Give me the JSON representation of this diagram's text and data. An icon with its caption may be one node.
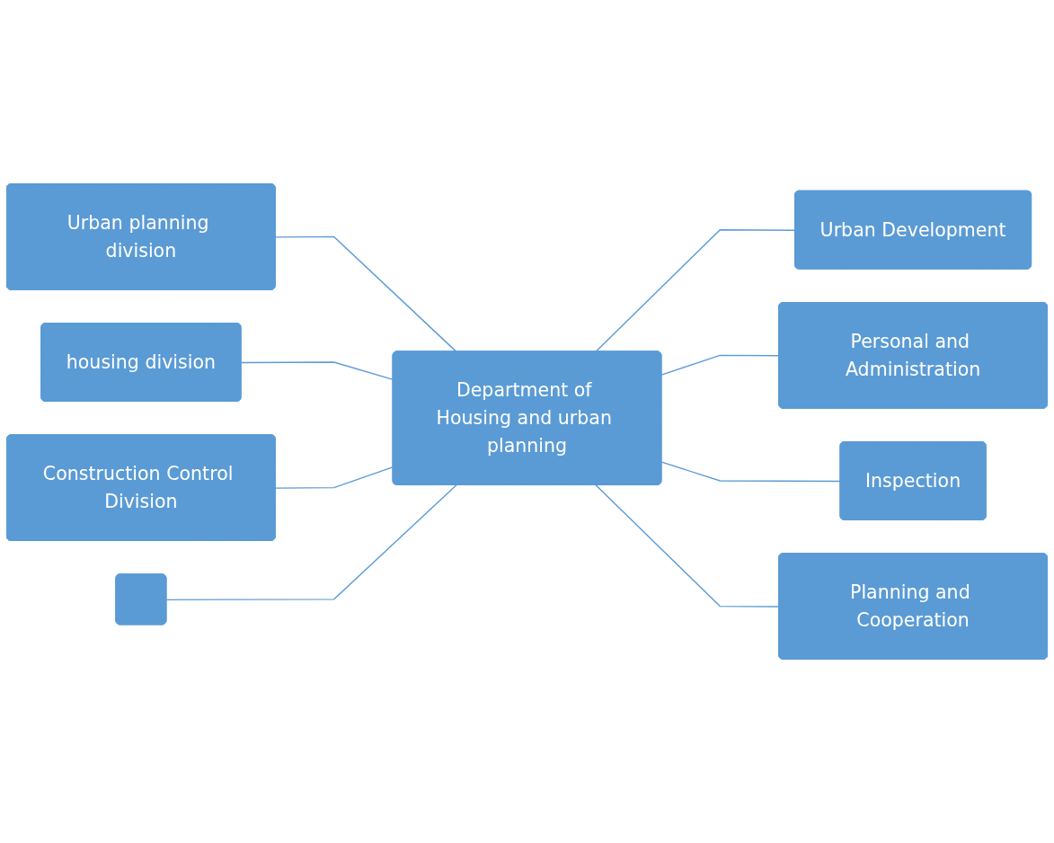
{
  "diagram": {
    "nodes": [
      {
        "text": [
          "Urban planning division"
        ]
      },
      {
        "text": [
          "housing division"
        ]
      },
      {
        "text": [
          "Construction Control Division"
        ]
      },
      {
        "text": [],
        "shape": "box"
      },
      {
        "text": [
          "Department of Housing and urban planning"
        ]
      },
      {
        "text": [
          "Urban Development"
        ]
      },
      {
        "text": [
          "Personal and Administration"
        ]
      },
      {
        "text": [
          "Inspection"
        ]
      },
      {
        "text": [
          "Planning and Cooperation"
        ]
      }
    ],
    "edges": [
      {
        "from": 0,
        "to": 4,
        "arrow": "none"
      },
      {
        "from": 1,
        "to": 4,
        "arrow": "none"
      },
      {
        "from": 2,
        "to": 4,
        "arrow": "none"
      },
      {
        "from": 3,
        "to": 4,
        "arrow": "none"
      },
      {
        "from": 4,
        "to": 5,
        "arrow": "none"
      },
      {
        "from": 4,
        "to": 6,
        "arrow": "none"
      },
      {
        "from": 4,
        "to": 7,
        "arrow": "none"
      },
      {
        "from": 4,
        "to": 8,
        "arrow": "none"
      }
    ]
  }
}
